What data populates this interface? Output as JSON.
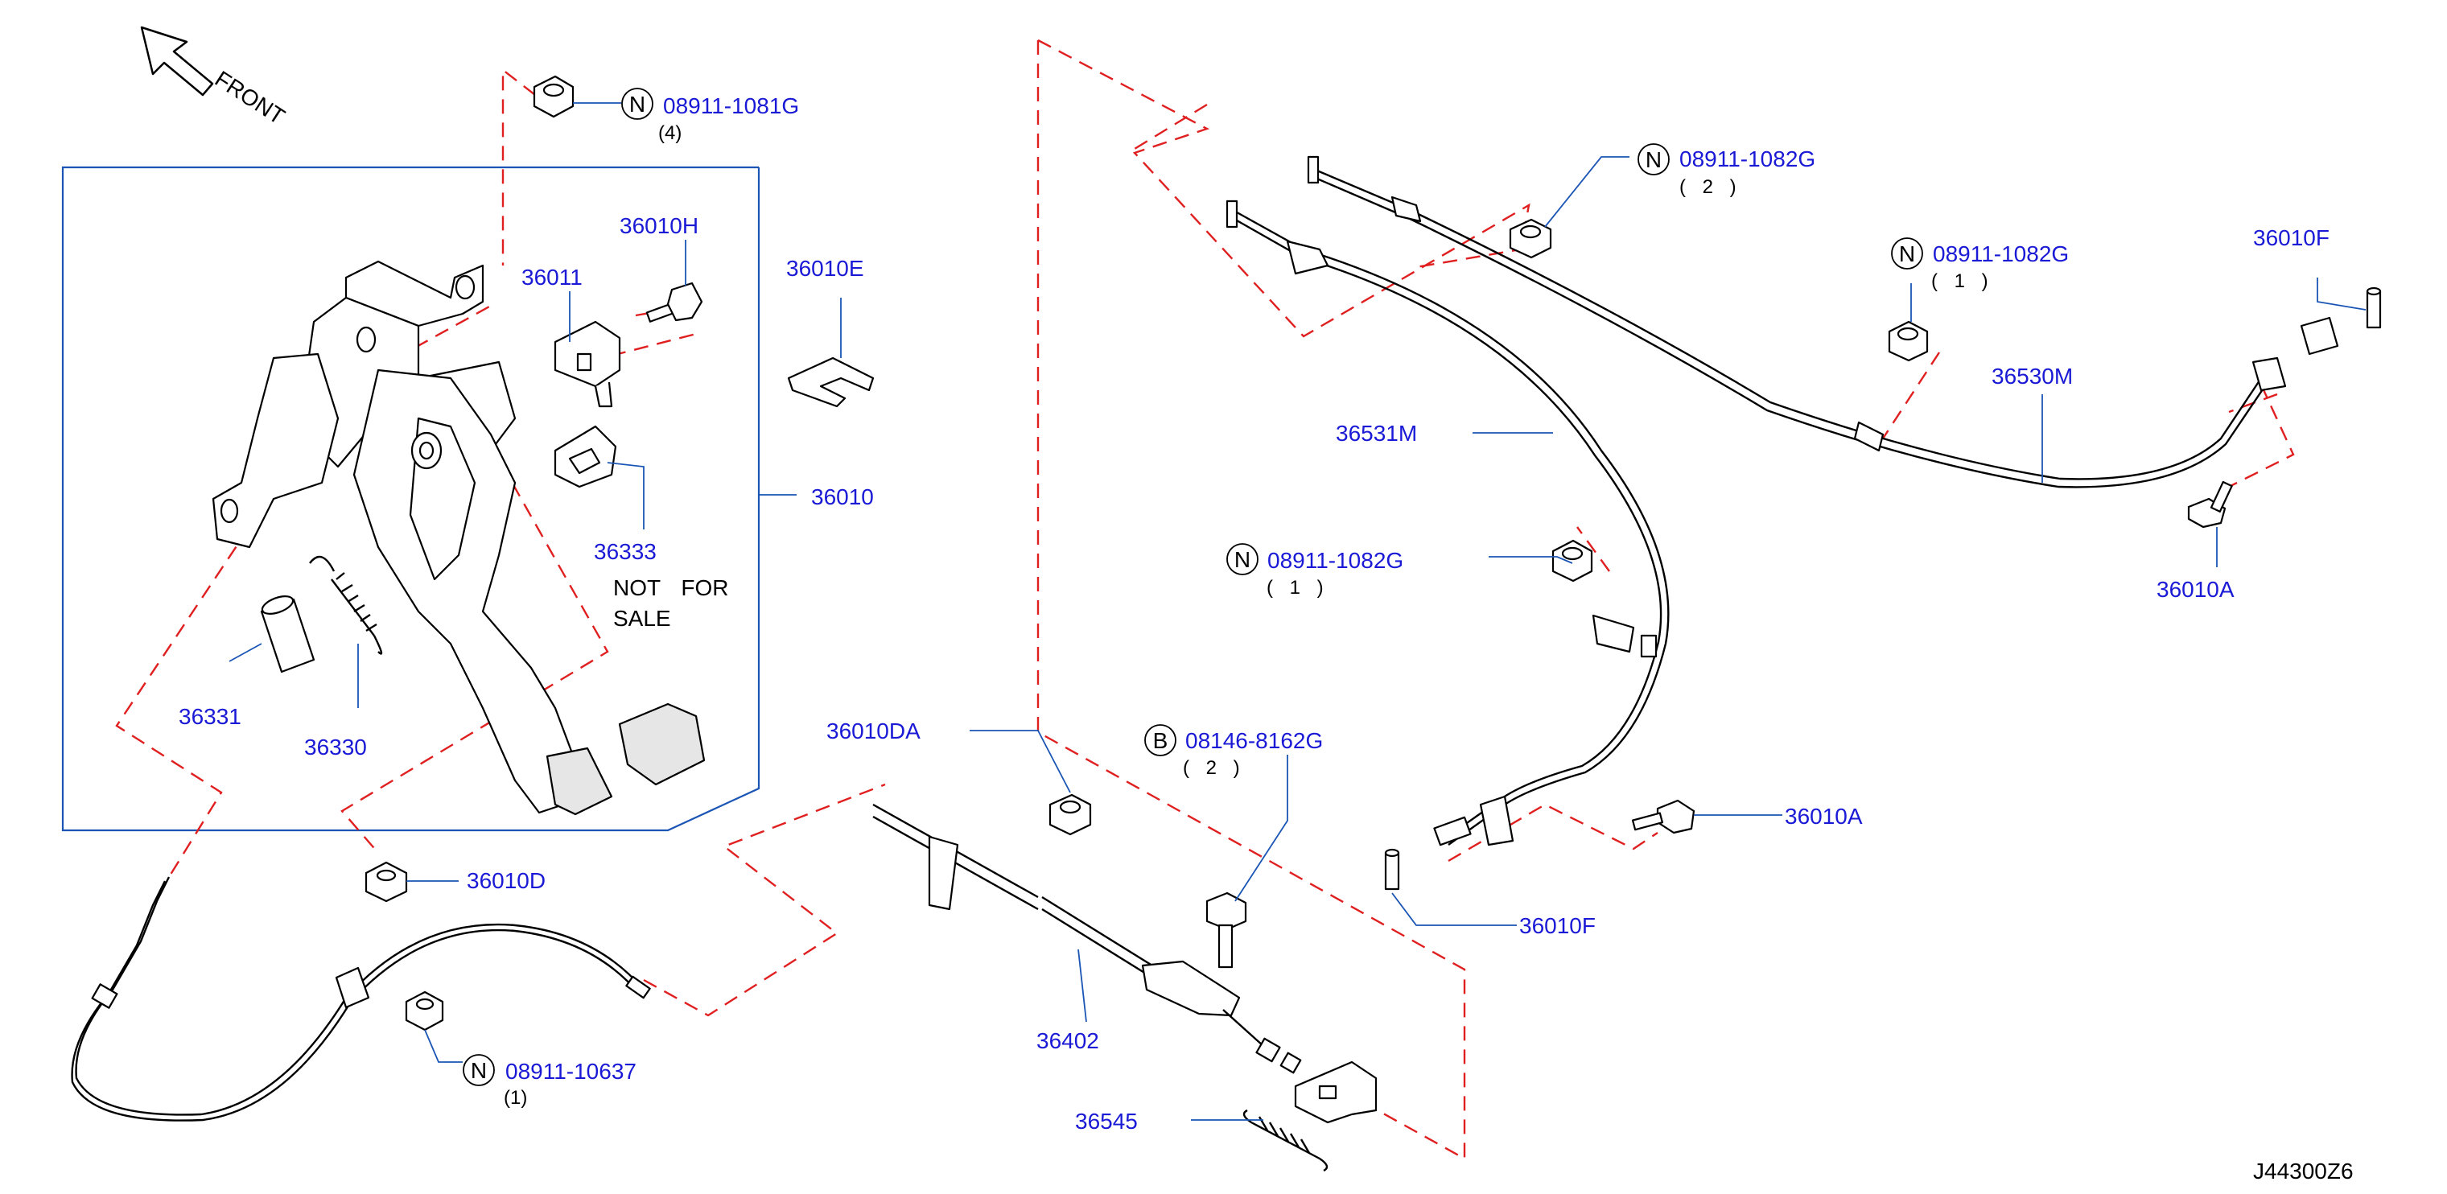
{
  "diagram": {
    "front_label": "FRONT",
    "diagram_code": "J44300Z6",
    "not_for_sale": {
      "line1": "NOT FOR",
      "line2": "SALE"
    },
    "callouts": {
      "nut_top": {
        "prefix": "N",
        "part_no": "08911-1081G",
        "qty": "(4)"
      },
      "p36010H": "36010H",
      "p36011": "36011",
      "p36010E": "36010E",
      "p36010": "36010",
      "p36333": "36333",
      "p36331": "36331",
      "p36330": "36330",
      "p36010D": "36010D",
      "nut_lower_left": {
        "prefix": "N",
        "part_no": "08911-10637",
        "qty": "(1)"
      },
      "p36010DA": "36010DA",
      "bolt_center": {
        "prefix": "B",
        "part_no": "08146-8162G",
        "qty": "( 2 )"
      },
      "p36402": "36402",
      "p36545": "36545",
      "nut_mid": {
        "prefix": "N",
        "part_no": "08911-1082G",
        "qty": "( 1 )"
      },
      "nut_upper": {
        "prefix": "N",
        "part_no": "08911-1082G",
        "qty": "( 2 )"
      },
      "nut_right": {
        "prefix": "N",
        "part_no": "08911-1082G",
        "qty": "( 1 )"
      },
      "p36531M": "36531M",
      "p36530M": "36530M",
      "p36010F_top": "36010F",
      "p36010A_right": "36010A",
      "p36010A_mid": "36010A",
      "p36010F_bottom": "36010F"
    },
    "colors": {
      "label": "#1a1ad6",
      "leader": "#1a55b5",
      "dash": "#e02020",
      "line": "#000000"
    }
  }
}
